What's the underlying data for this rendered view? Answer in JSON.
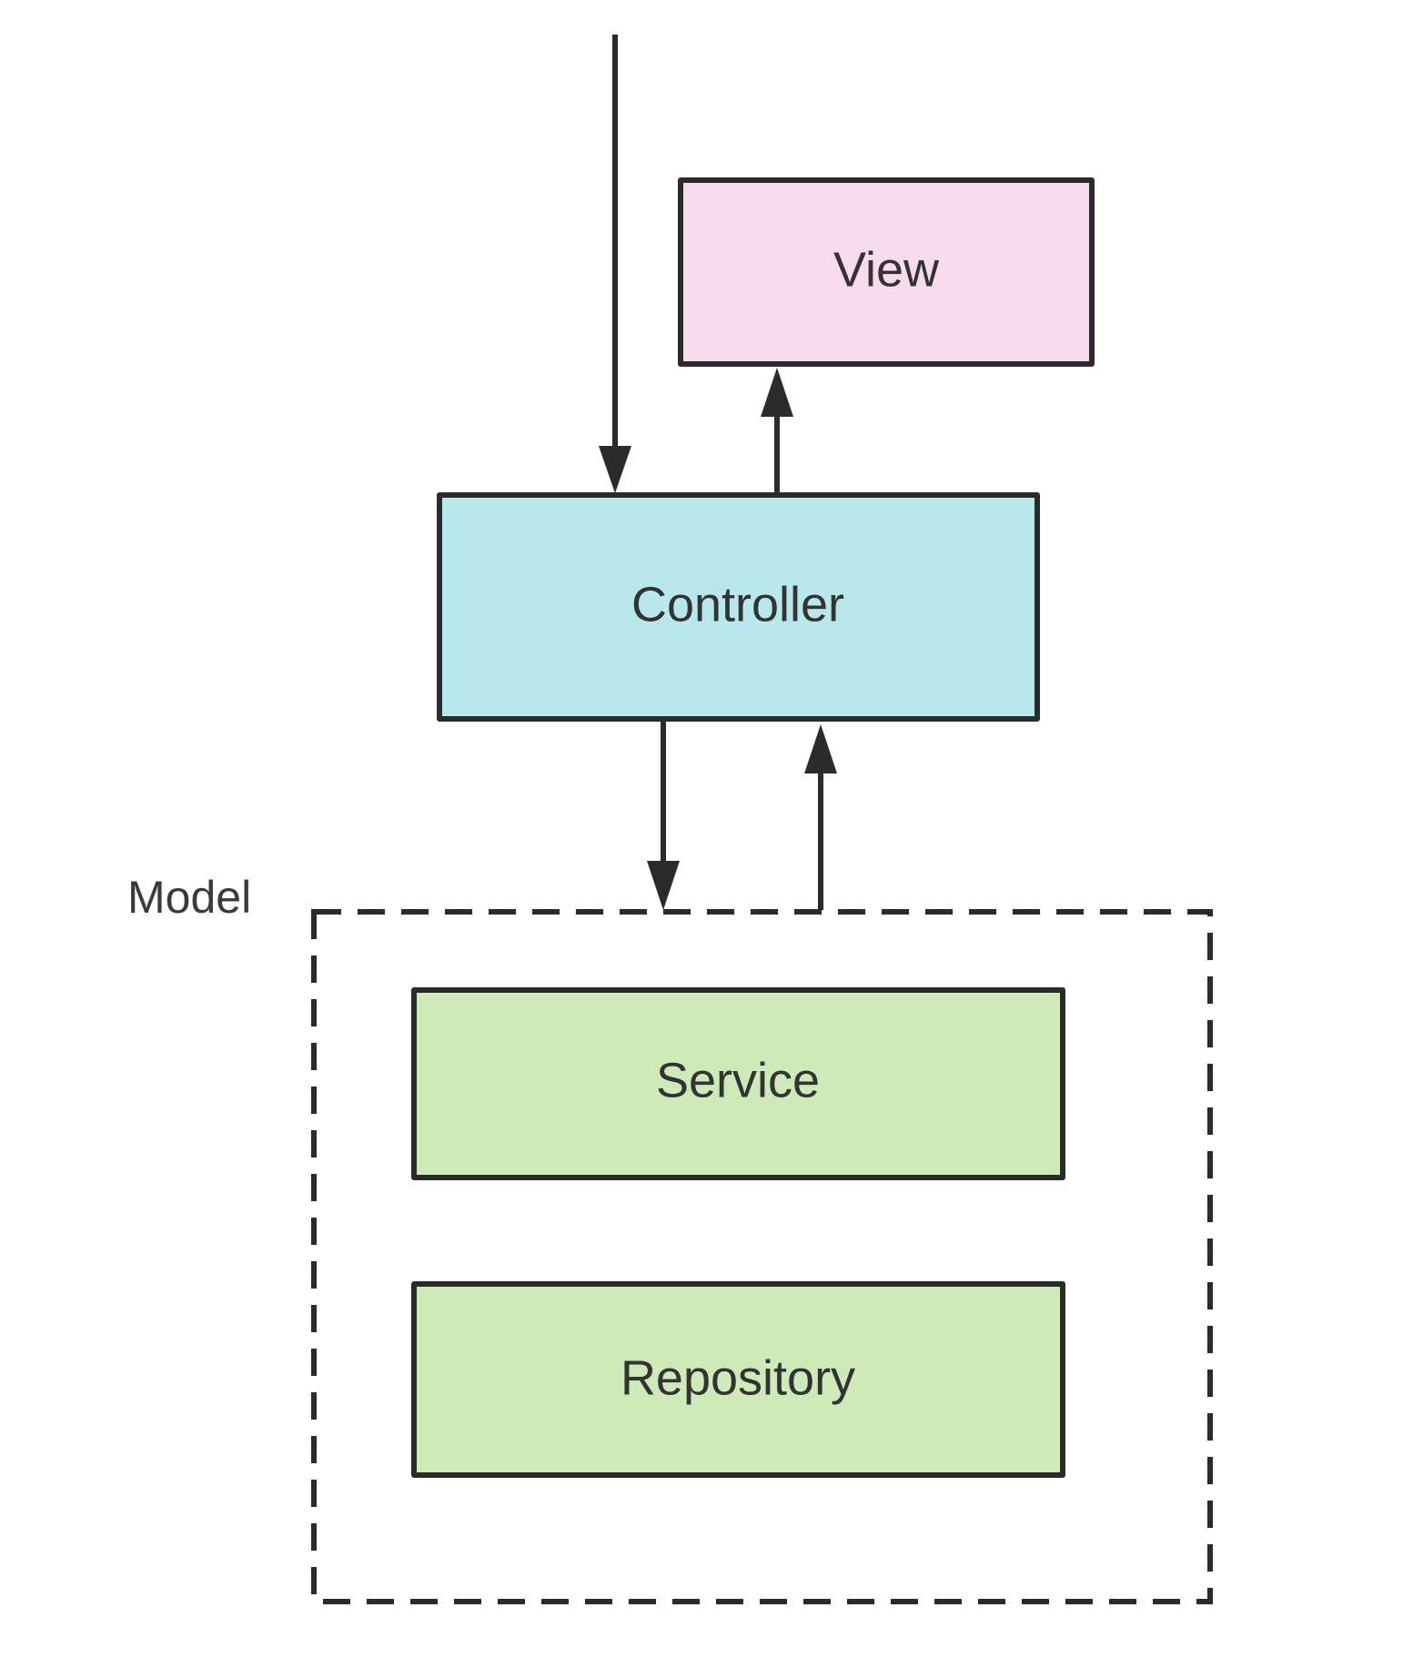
{
  "diagram": {
    "nodes": {
      "view": {
        "label": "View",
        "color": "#f8dced"
      },
      "controller": {
        "label": "Controller",
        "color": "#b8e8ec"
      },
      "service": {
        "label": "Service",
        "color": "#cdeab8"
      },
      "repository": {
        "label": "Repository",
        "color": "#cdeab8"
      }
    },
    "group": {
      "label": "Model"
    },
    "edges": [
      {
        "from": "outside",
        "to": "controller"
      },
      {
        "from": "controller",
        "to": "view"
      },
      {
        "from": "controller",
        "to": "model"
      },
      {
        "from": "model",
        "to": "controller"
      }
    ]
  }
}
